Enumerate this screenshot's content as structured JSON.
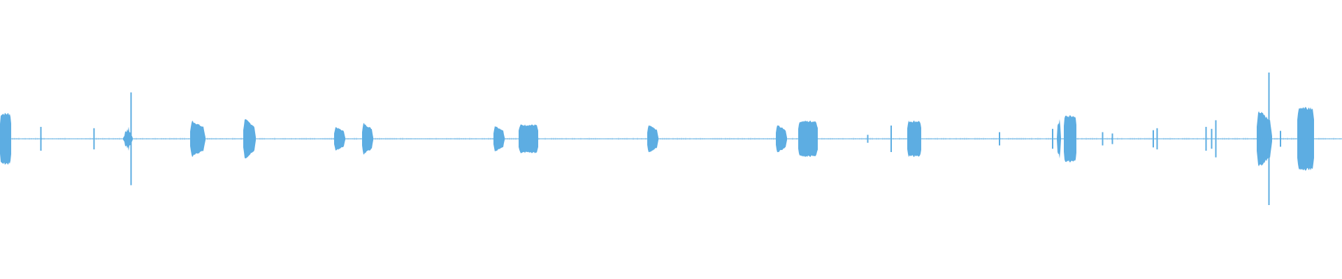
{
  "waveform": {
    "color": "#5dade2",
    "background": "#ffffff",
    "duration_units": 1920,
    "peak_amplitude": 1.0,
    "clips": [
      {
        "at": 0,
        "width": 16,
        "amp": 0.4,
        "shape": "block"
      },
      {
        "at": 57,
        "width": 3,
        "amp": 0.18,
        "shape": "spike"
      },
      {
        "at": 133,
        "width": 3,
        "amp": 0.16,
        "shape": "spike"
      },
      {
        "at": 176,
        "width": 14,
        "amp": 0.2,
        "shape": "burst"
      },
      {
        "at": 186,
        "width": 3,
        "amp": 0.7,
        "shape": "spike"
      },
      {
        "at": 272,
        "width": 22,
        "amp": 0.3,
        "shape": "decay"
      },
      {
        "at": 348,
        "width": 18,
        "amp": 0.33,
        "shape": "decay"
      },
      {
        "at": 478,
        "width": 16,
        "amp": 0.2,
        "shape": "decay"
      },
      {
        "at": 518,
        "width": 16,
        "amp": 0.26,
        "shape": "decay"
      },
      {
        "at": 706,
        "width": 16,
        "amp": 0.22,
        "shape": "decay"
      },
      {
        "at": 742,
        "width": 28,
        "amp": 0.22,
        "shape": "block"
      },
      {
        "at": 926,
        "width": 16,
        "amp": 0.23,
        "shape": "decay"
      },
      {
        "at": 1110,
        "width": 16,
        "amp": 0.23,
        "shape": "decay"
      },
      {
        "at": 1142,
        "width": 28,
        "amp": 0.28,
        "shape": "block"
      },
      {
        "at": 1240,
        "width": 3,
        "amp": 0.06,
        "shape": "spike"
      },
      {
        "at": 1273,
        "width": 4,
        "amp": 0.2,
        "shape": "spike"
      },
      {
        "at": 1298,
        "width": 20,
        "amp": 0.28,
        "shape": "block"
      },
      {
        "at": 1428,
        "width": 4,
        "amp": 0.1,
        "shape": "spike"
      },
      {
        "at": 1504,
        "width": 4,
        "amp": 0.15,
        "shape": "spike"
      },
      {
        "at": 1512,
        "width": 6,
        "amp": 0.42,
        "shape": "burst"
      },
      {
        "at": 1522,
        "width": 18,
        "amp": 0.36,
        "shape": "block"
      },
      {
        "at": 1576,
        "width": 3,
        "amp": 0.1,
        "shape": "spike"
      },
      {
        "at": 1590,
        "width": 3,
        "amp": 0.08,
        "shape": "spike"
      },
      {
        "at": 1648,
        "width": 4,
        "amp": 0.13,
        "shape": "spike"
      },
      {
        "at": 1654,
        "width": 3,
        "amp": 0.16,
        "shape": "spike"
      },
      {
        "at": 1724,
        "width": 3,
        "amp": 0.18,
        "shape": "spike"
      },
      {
        "at": 1732,
        "width": 3,
        "amp": 0.15,
        "shape": "spike"
      },
      {
        "at": 1738,
        "width": 3,
        "amp": 0.28,
        "shape": "spike"
      },
      {
        "at": 1798,
        "width": 22,
        "amp": 0.48,
        "shape": "decay"
      },
      {
        "at": 1814,
        "width": 3,
        "amp": 1.0,
        "shape": "spike"
      },
      {
        "at": 1828,
        "width": 8,
        "amp": 0.12,
        "shape": "spike"
      },
      {
        "at": 1856,
        "width": 24,
        "amp": 0.5,
        "shape": "block"
      }
    ]
  }
}
